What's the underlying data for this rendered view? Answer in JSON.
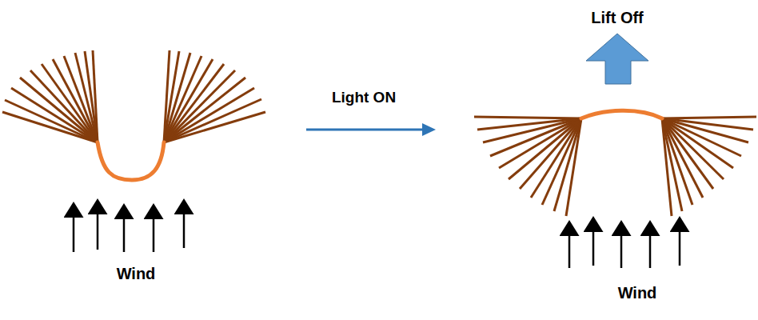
{
  "diagram": {
    "labels": [
      "Wind",
      "Light ON",
      "Lift Off",
      "Wind"
    ]
  }
}
